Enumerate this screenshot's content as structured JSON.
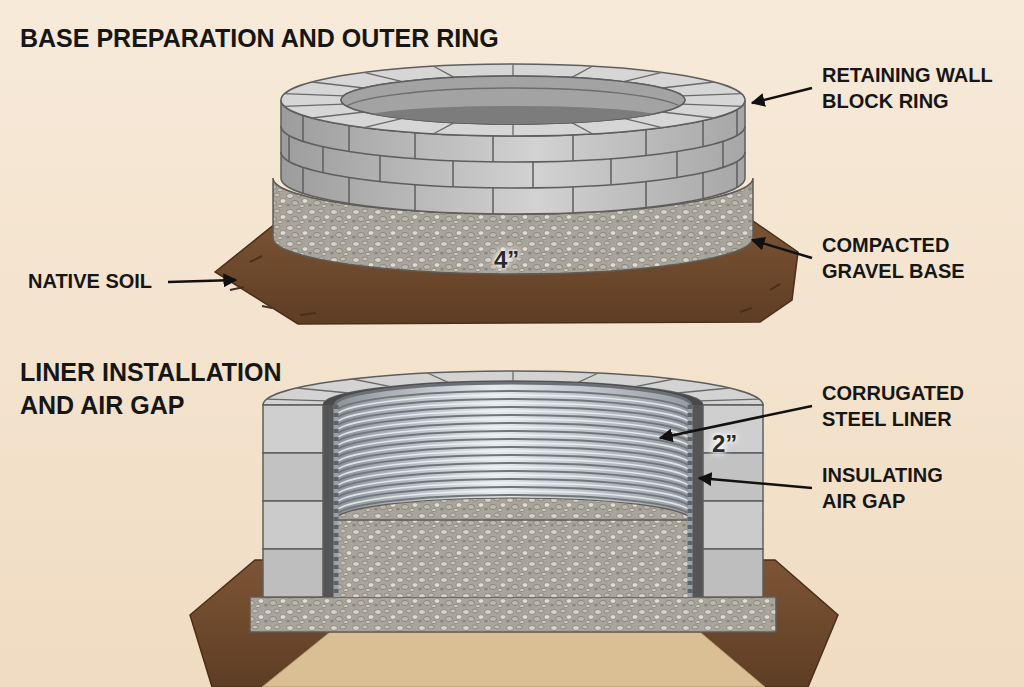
{
  "diagram": {
    "labels": [
      "BASE PREPARATION AND OUTER RING",
      "RETAINING WALL BLOCK RING",
      "COMPACTED GRAVEL BASE",
      "NATIVE SOIL",
      "4”",
      "LINER INSTALLATION AND AIR GAP",
      "CORRUGATED STEEL LINER",
      "2”",
      "INSULATING AIR GAP"
    ]
  }
}
